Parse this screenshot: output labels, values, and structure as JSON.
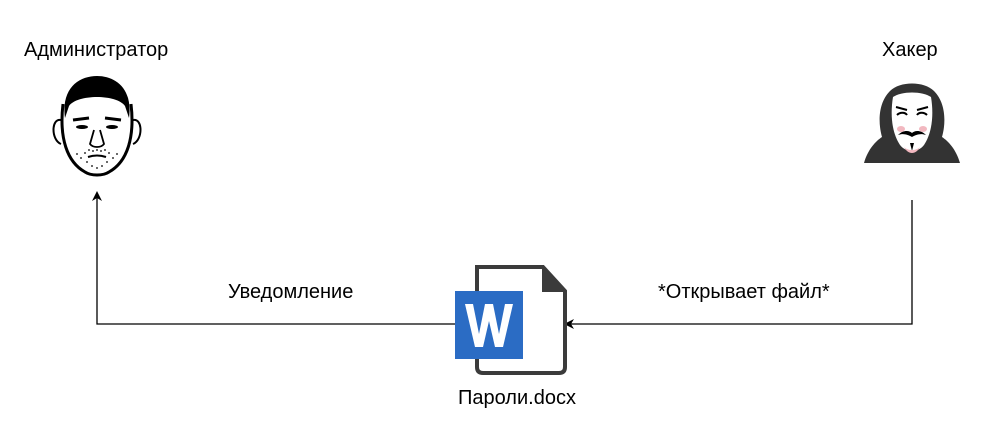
{
  "nodes": {
    "admin": {
      "label": "Администратор",
      "icon": "admin-face-icon"
    },
    "hacker": {
      "label": "Хакер",
      "icon": "hacker-mask-icon"
    },
    "document": {
      "label": "Пароли.docx",
      "icon": "word-document-icon"
    }
  },
  "edges": {
    "notification": {
      "label": "Уведомление",
      "from": "document",
      "to": "admin"
    },
    "opens_file": {
      "label": "*Открывает файл*",
      "from": "hacker",
      "to": "document"
    }
  },
  "colors": {
    "line": "#000000",
    "word_blue": "#2b6cc4",
    "doc_grey": "#3b3b3b",
    "hood_grey": "#333333",
    "mask_pink": "#f2b8c0"
  }
}
